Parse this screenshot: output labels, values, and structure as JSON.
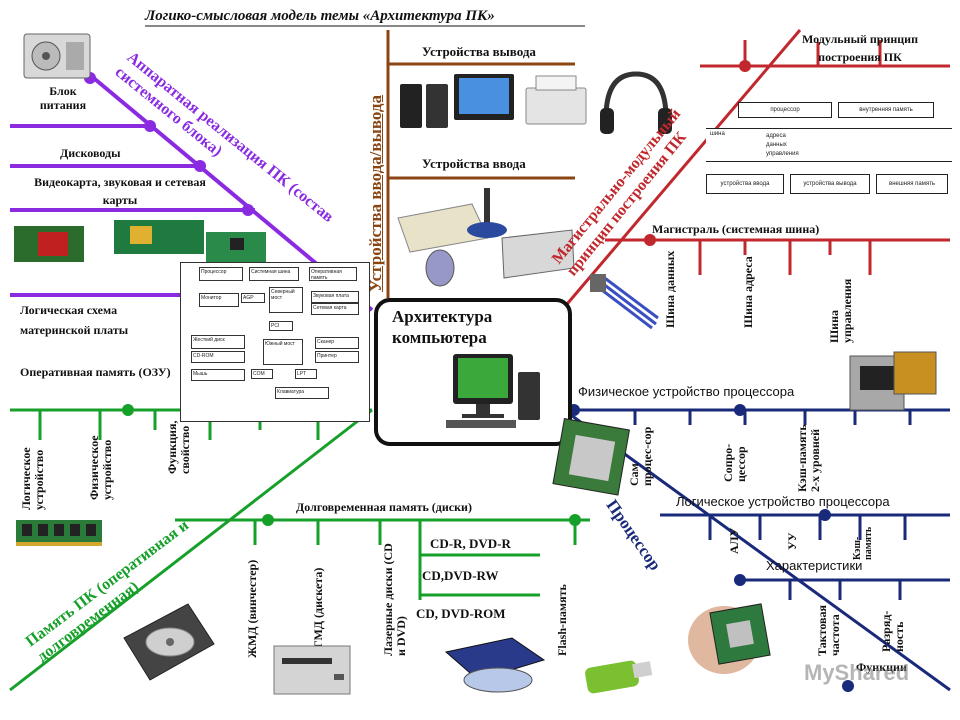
{
  "title": "Логико-смысловая модель темы «Архитектура ПК»",
  "center": {
    "line1": "Архитектура",
    "line2": "компьютера"
  },
  "branches": {
    "hardware": "Аппаратная реализация ПК (состав системного блока)",
    "io": "Устройства ввода/вывода",
    "mainline": "Магистрально-модульный принцип построения ПК",
    "memory": "Память ПК (оперативная и долговременная)",
    "processor": "Процессор"
  },
  "hardware_items": {
    "psu": "Блок питания",
    "drives": "Дисководы",
    "cards": "Видеокарта, звуковая и сетевая карты",
    "logic_scheme": "Логическая схема материнской платы"
  },
  "io_items": {
    "output": "Устройства вывода",
    "input": "Устройства ввода"
  },
  "mainline_items": {
    "modular": "Модульный принцип построения ПК",
    "bus": "Магистраль (системная шина)",
    "bus_data": "Шина данных",
    "bus_addr": "Шина адреса",
    "bus_ctrl": "Шина управления"
  },
  "module_diagram": {
    "cpu": "процессор",
    "internal_mem": "внутренняя память",
    "bus": "шина",
    "addr": "адреса",
    "data": "данных",
    "ctrl": "управления",
    "input": "устройства ввода",
    "output": "устройства вывода",
    "external_mem": "внешняя память"
  },
  "memory_items": {
    "ram": "Оперативная память (ОЗУ)",
    "ram_logical": "Логическое устройство",
    "ram_physical": "Физическое устройство",
    "ram_function": "Функция, свойство",
    "storage": "Долговременная память (диски)",
    "hdd": "ЖМД (винчестер)",
    "fdd": "ГМД (дискета)",
    "laser": "Лазерные диски (CD и DVD)",
    "flash": "Flash-память",
    "cdr": "CD-R, DVD-R",
    "cdrw": "CD,DVD-RW",
    "cdrom": "CD, DVD-ROM"
  },
  "processor_items": {
    "physical": "Физическое устройство процессора",
    "self": "Сам процес-сор",
    "coproc": "Сопро-цессор",
    "cache": "Кэш-память 2-х уровней",
    "logical": "Логическое устройство процессора",
    "alu": "АЛУ",
    "cu": "УУ",
    "cache2": "Кэш-память",
    "characteristics": "Характеристики",
    "clock": "Тактовая частота",
    "width": "Разряд-ность",
    "functions": "Функции"
  },
  "motherboard_scheme": {
    "cells": [
      "Процессор",
      "Системная шина",
      "Оперативная память",
      "Монитор",
      "AGP",
      "Северный мост",
      "Звуковая плата",
      "Сетевая карта",
      "PCI",
      "Жесткий диск",
      "CD-ROM",
      "Южный мост",
      "Сканер",
      "Принтер",
      "Мышь",
      "COM",
      "LPT",
      "Клавиатура"
    ]
  },
  "watermark": "MyShared",
  "colors": {
    "hardware": "#8a2be2",
    "io": "#8b4513",
    "mainline": "#c0282d",
    "memory": "#16a02a",
    "processor": "#1a2a7a"
  }
}
